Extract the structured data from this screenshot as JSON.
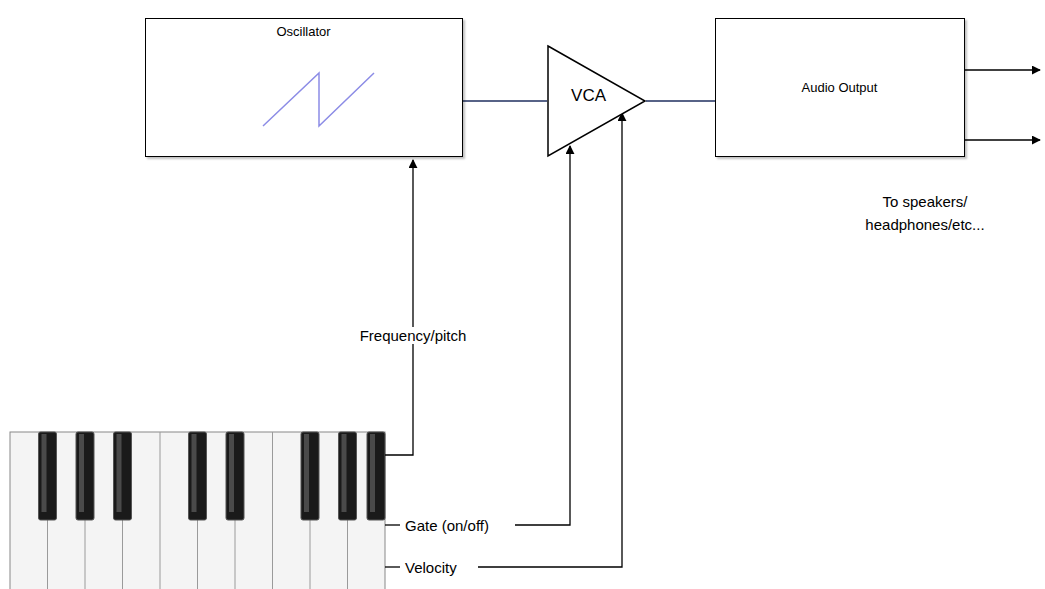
{
  "diagram": {
    "nodes": [
      {
        "text": [
          "Oscillator"
        ]
      },
      {
        "text": [
          "VCA"
        ]
      },
      {
        "text": [
          "Audio Output"
        ]
      }
    ],
    "edges": [
      {
        "from": 0,
        "to": 1,
        "arrow": "none"
      },
      {
        "from": 1,
        "to": 2,
        "arrow": "none"
      }
    ],
    "labels": [
      "Frequency/pitch",
      "Gate (on/off)",
      "Velocity",
      "To speakers/ headphones/etc..."
    ]
  }
}
